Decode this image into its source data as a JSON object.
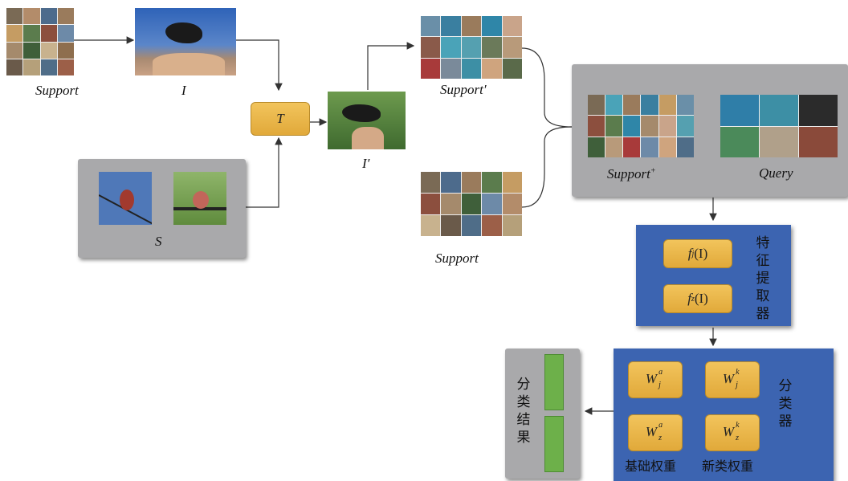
{
  "labels": {
    "support_top": "Support",
    "I": "I",
    "T": "T",
    "I_prime": "I′",
    "S": "S",
    "support_prime": "Support′",
    "support_bottom": "Support",
    "support_plus": "Support",
    "support_plus_sup": "+",
    "query": "Query"
  },
  "feature_extractor": {
    "title_chars": [
      "特",
      "征",
      "提",
      "取",
      "器"
    ],
    "fj": {
      "pre": "f",
      "sub": "j",
      "post": "(I)"
    },
    "fz": {
      "pre": "f",
      "sub": "z",
      "post": "(I)"
    }
  },
  "classifier": {
    "title_chars": [
      "分",
      "类",
      "器"
    ],
    "base_weights_label": "基础权重",
    "novel_weights_label": "新类权重",
    "weights": [
      {
        "base": "W",
        "sup": "a",
        "sub": "j"
      },
      {
        "base": "W",
        "sup": "k",
        "sub": "j"
      },
      {
        "base": "W",
        "sup": "a",
        "sub": "z"
      },
      {
        "base": "W",
        "sup": "k",
        "sub": "z"
      }
    ]
  },
  "result": {
    "title_chars": [
      "分",
      "类",
      "结",
      "果"
    ]
  },
  "colors": {
    "gray_panel": "#a9a9ab",
    "blue_panel": "#3c64b1",
    "gold_box": "#e9b54a",
    "green_bar": "#6db04a"
  }
}
